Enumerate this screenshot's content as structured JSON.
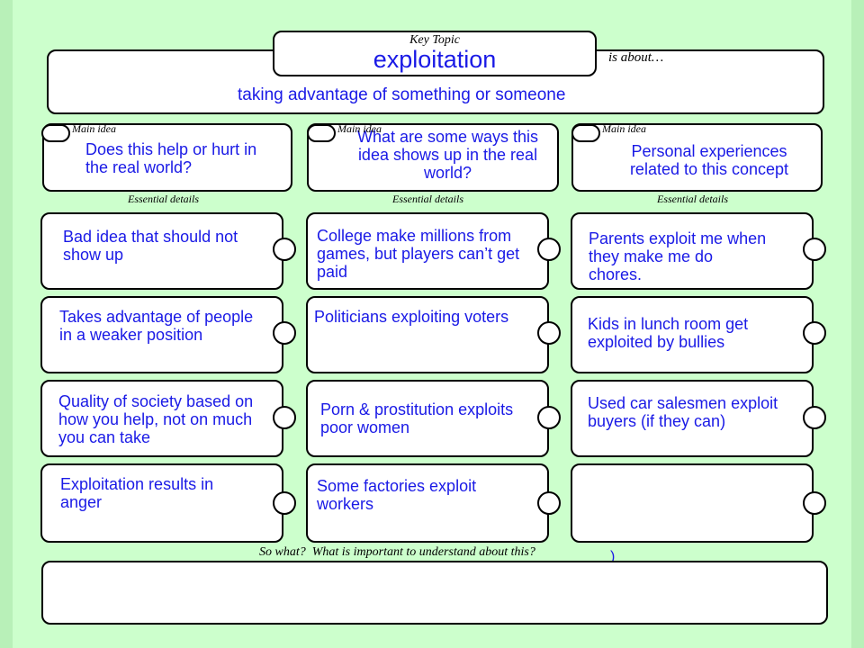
{
  "key_topic": {
    "label": "Key Topic",
    "word": "exploitation",
    "is_about_label": "is about…",
    "definition": "taking advantage of something or someone"
  },
  "labels": {
    "main_idea": "Main idea",
    "essential_details": "Essential details",
    "so_what": "So what?  What is important to understand about this?",
    "so_what_mark": ")"
  },
  "main_ideas": [
    "Does this help or hurt in the real world?",
    "What are some ways this idea shows up in the real world?",
    "Personal experiences related to this concept"
  ],
  "details": [
    [
      "Bad idea that should not show up",
      "Takes advantage of people in a weaker position",
      "Quality of society based on how you help, not on much you can take",
      "Exploitation results in anger"
    ],
    [
      "College make millions from games, but players can’t get paid",
      "Politicians exploiting voters",
      "Porn & prostitution exploits poor women",
      "Some factories exploit workers"
    ],
    [
      "Parents exploit me when they make me do chores.",
      "Kids in lunch room get exploited by bullies",
      "Used car salesmen exploit buyers (if they can)",
      ""
    ]
  ],
  "so_what_answer": "",
  "colors": {
    "background": "#ccffcc",
    "text_blue": "#1a1ae6"
  }
}
